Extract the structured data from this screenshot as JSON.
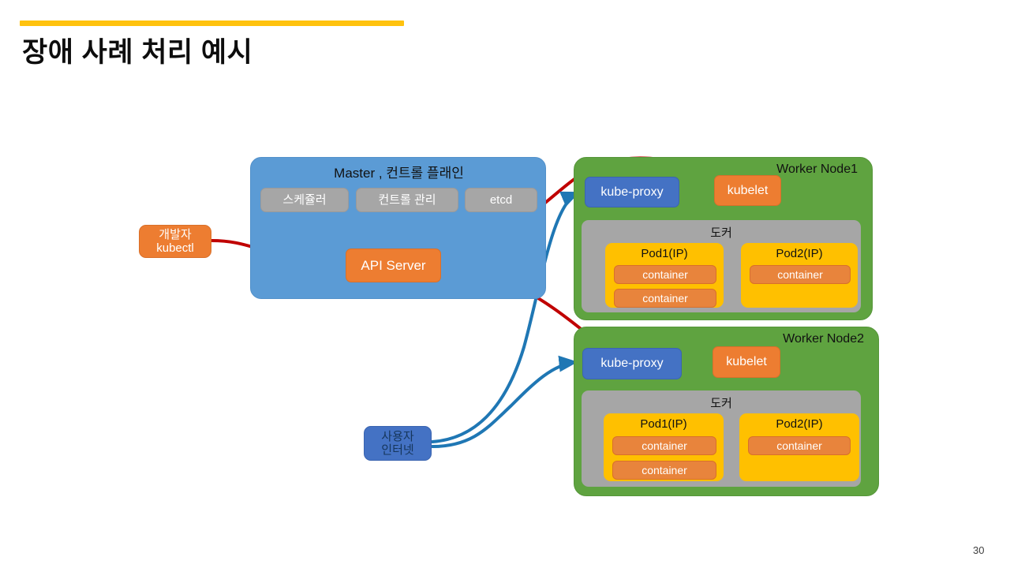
{
  "slide": {
    "title": "장애 사례 처리 예시",
    "page_number": "30",
    "accent_color": "#FFC20E"
  },
  "master": {
    "title": "Master , 컨트롤 플래인",
    "panel_color": "#5B9BD5",
    "components": [
      {
        "label": "스케쥴러",
        "color": "#A6A6A6"
      },
      {
        "label": "컨트롤 관리",
        "color": "#A6A6A6"
      },
      {
        "label": "etcd",
        "color": "#A6A6A6"
      }
    ],
    "api_server": {
      "label": "API Server",
      "color": "#ED7D31"
    }
  },
  "actors": {
    "developer": {
      "line1": "개발자",
      "line2": "kubectl",
      "color": "#ED7D31"
    },
    "user": {
      "line1": "사용자",
      "line2": "인터넷",
      "color": "#4472C4"
    }
  },
  "workers": [
    {
      "title": "Worker Node1",
      "color": "#5FA340",
      "kube_proxy": {
        "label": "kube-proxy",
        "color": "#4472C4"
      },
      "kubelet": {
        "label": "kubelet",
        "color": "#ED7D31"
      },
      "docker": {
        "label": "도커",
        "color": "#A6A6A6",
        "pods": [
          {
            "label": "Pod1(IP)",
            "color": "#FFC000",
            "containers": [
              "container",
              "container"
            ]
          },
          {
            "label": "Pod2(IP)",
            "color": "#FFC000",
            "containers": [
              "container"
            ]
          }
        ]
      }
    },
    {
      "title": "Worker Node2",
      "color": "#5FA340",
      "kube_proxy": {
        "label": "kube-proxy",
        "color": "#4472C4"
      },
      "kubelet": {
        "label": "kubelet",
        "color": "#ED7D31"
      },
      "docker": {
        "label": "도커",
        "color": "#A6A6A6",
        "pods": [
          {
            "label": "Pod1(IP)",
            "color": "#FFC000",
            "containers": [
              "container",
              "container"
            ]
          },
          {
            "label": "Pod2(IP)",
            "color": "#FFC000",
            "containers": [
              "container"
            ]
          }
        ]
      }
    }
  ],
  "connectors": {
    "control_flow_color": "#C00000",
    "traffic_flow_color": "#1F77B4",
    "internal_color": "#000000"
  }
}
